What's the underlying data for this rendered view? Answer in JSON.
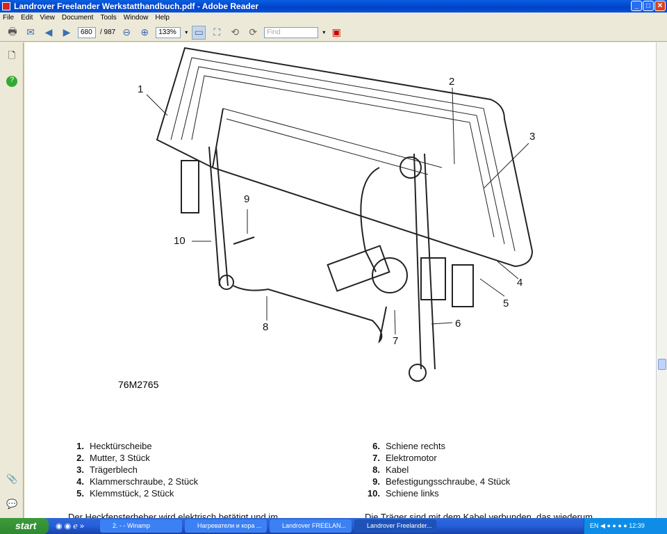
{
  "window": {
    "title": "Landrover Freelander Werkstatthandbuch.pdf - Adobe Reader"
  },
  "menu": [
    "File",
    "Edit",
    "View",
    "Document",
    "Tools",
    "Window",
    "Help"
  ],
  "toolbar": {
    "page_current": "680",
    "page_total": "/ 987",
    "zoom": "133%",
    "find_placeholder": "Find"
  },
  "figure": {
    "code": "76M2765",
    "callouts": [
      "1",
      "2",
      "3",
      "4",
      "5",
      "6",
      "7",
      "8",
      "9",
      "10"
    ]
  },
  "legend": [
    {
      "n": "1.",
      "t": "Hecktürscheibe"
    },
    {
      "n": "2.",
      "t": "Mutter, 3 Stück"
    },
    {
      "n": "3.",
      "t": "Trägerblech"
    },
    {
      "n": "4.",
      "t": "Klammerschraube, 2 Stück"
    },
    {
      "n": "5.",
      "t": "Klemmstück, 2 Stück"
    },
    {
      "n": "6.",
      "t": "Schiene rechts"
    },
    {
      "n": "7.",
      "t": "Elektromotor"
    },
    {
      "n": "8.",
      "t": "Kabel"
    },
    {
      "n": "9.",
      "t": "Befestigungsschraube, 4 Stück"
    },
    {
      "n": "10.",
      "t": "Schiene links"
    }
  ],
  "paragraph": {
    "left": "Der Heckfensterheber wird elektrisch betätigt und im",
    "right": "Die Träger sind mit dem Kabel verbunden, das wiederum"
  },
  "taskbar": {
    "start": "start",
    "tasks": [
      "2. - - Winamp",
      "Нагреватели и кора ...",
      "Landrover FREELAN...",
      "Landrover Freelander..."
    ],
    "lang": "EN",
    "clock": "12:39"
  }
}
